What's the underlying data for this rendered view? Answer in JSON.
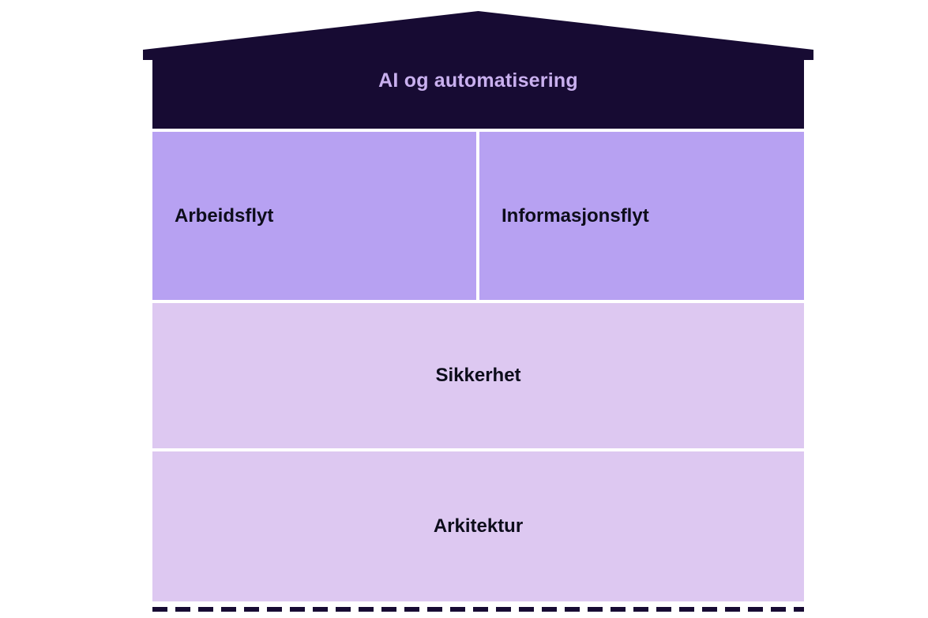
{
  "colors": {
    "background": "#ffffff",
    "roof_fill": "#170b33",
    "roof_text": "#c9b0ef",
    "mid_box": "#b7a1f2",
    "light_box": "#ddc8f1",
    "box_text": "#0d0d1b",
    "dash": "#170b33"
  },
  "diagram": {
    "title": "AI og automatisering",
    "roof": {
      "label": "AI og automatisering"
    },
    "middle_row": [
      {
        "label": "Arbeidsflyt"
      },
      {
        "label": "Informasjonsflyt"
      }
    ],
    "lower_rows": [
      {
        "label": "Sikkerhet"
      },
      {
        "label": "Arkitektur"
      }
    ]
  }
}
